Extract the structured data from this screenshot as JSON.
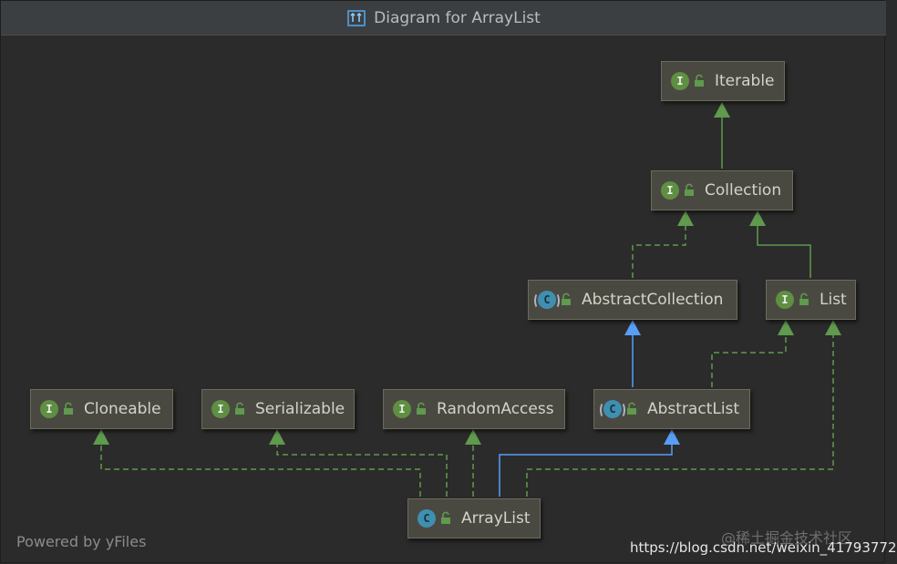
{
  "window": {
    "title": "Diagram for ArrayList"
  },
  "nodes": {
    "iterable": {
      "label": "Iterable",
      "kind": "I"
    },
    "collection": {
      "label": "Collection",
      "kind": "I"
    },
    "abstract_collection": {
      "label": "AbstractCollection",
      "kind": "C"
    },
    "list": {
      "label": "List",
      "kind": "I"
    },
    "cloneable": {
      "label": "Cloneable",
      "kind": "I"
    },
    "serializable": {
      "label": "Serializable",
      "kind": "I"
    },
    "random_access": {
      "label": "RandomAccess",
      "kind": "I"
    },
    "abstract_list": {
      "label": "AbstractList",
      "kind": "C"
    },
    "array_list": {
      "label": "ArrayList",
      "kind": "C"
    }
  },
  "edges": [
    {
      "from": "collection",
      "to": "iterable",
      "relation": "extends"
    },
    {
      "from": "abstract_collection",
      "to": "collection",
      "relation": "implements"
    },
    {
      "from": "list",
      "to": "collection",
      "relation": "extends"
    },
    {
      "from": "abstract_list",
      "to": "abstract_collection",
      "relation": "class-extends"
    },
    {
      "from": "abstract_list",
      "to": "list",
      "relation": "implements"
    },
    {
      "from": "array_list",
      "to": "abstract_list",
      "relation": "class-extends"
    },
    {
      "from": "array_list",
      "to": "list",
      "relation": "implements"
    },
    {
      "from": "array_list",
      "to": "cloneable",
      "relation": "implements"
    },
    {
      "from": "array_list",
      "to": "serializable",
      "relation": "implements"
    },
    {
      "from": "array_list",
      "to": "random_access",
      "relation": "implements"
    }
  ],
  "footer": {
    "powered_by": "Powered by yFiles"
  },
  "watermark": {
    "site": "@稀土掘金技术社区",
    "url": "https://blog.csdn.net/weixin_41793772"
  },
  "colors": {
    "interface_arrow": "#5f9a4d",
    "class_arrow": "#589df6",
    "node_fill": "#4a4941"
  },
  "icons": {
    "title": "diagram-icon",
    "interface_badge": "interface-icon",
    "class_badge": "class-icon",
    "abstract_badge": "abstract-class-icon",
    "access": "public-lock-icon"
  }
}
